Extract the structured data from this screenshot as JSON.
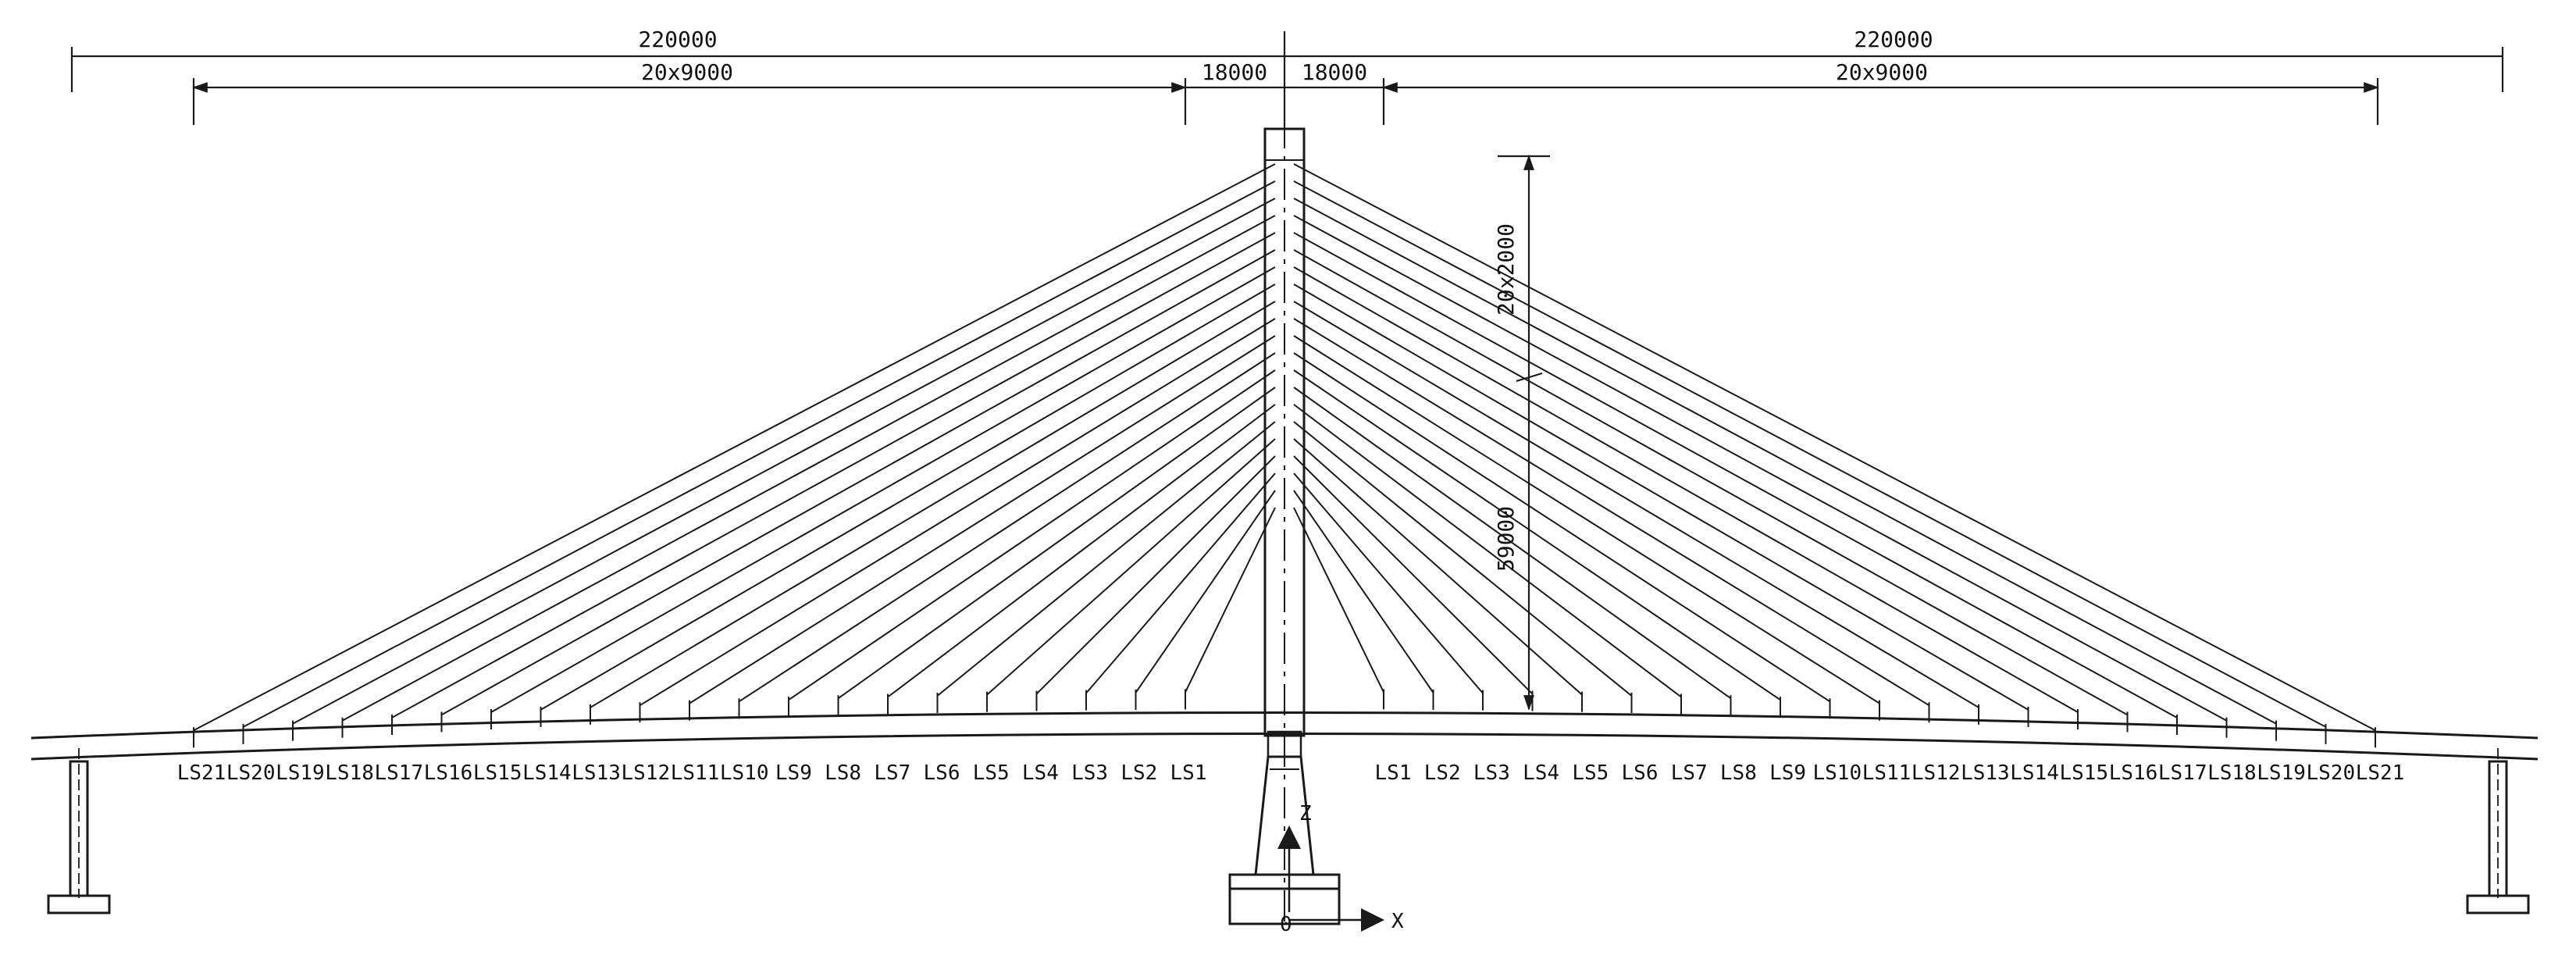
{
  "dimensions": {
    "left_total": "220000",
    "right_total": "220000",
    "left_cable_spacing": "20x9000",
    "right_cable_spacing": "20x9000",
    "left_tower_offset": "18000",
    "right_tower_offset": "18000",
    "tower_anchor_zone": "20x2000",
    "tower_lower_height": "59000"
  },
  "left_cable_labels": [
    "LS21",
    "LS20",
    "LS19",
    "LS18",
    "LS17",
    "LS16",
    "LS15",
    "LS14",
    "LS13",
    "LS12",
    "LS11",
    "LS10",
    "LS9",
    "LS8",
    "LS7",
    "LS6",
    "LS5",
    "LS4",
    "LS3",
    "LS2",
    "LS1"
  ],
  "right_cable_labels": [
    "LS1",
    "LS2",
    "LS3",
    "LS4",
    "LS5",
    "LS6",
    "LS7",
    "LS8",
    "LS9",
    "LS10",
    "LS11",
    "LS12",
    "LS13",
    "LS14",
    "LS15",
    "LS16",
    "LS17",
    "LS18",
    "LS19",
    "LS20",
    "LS21"
  ],
  "axes": {
    "z": "Z",
    "origin": "0",
    "x": "X"
  }
}
